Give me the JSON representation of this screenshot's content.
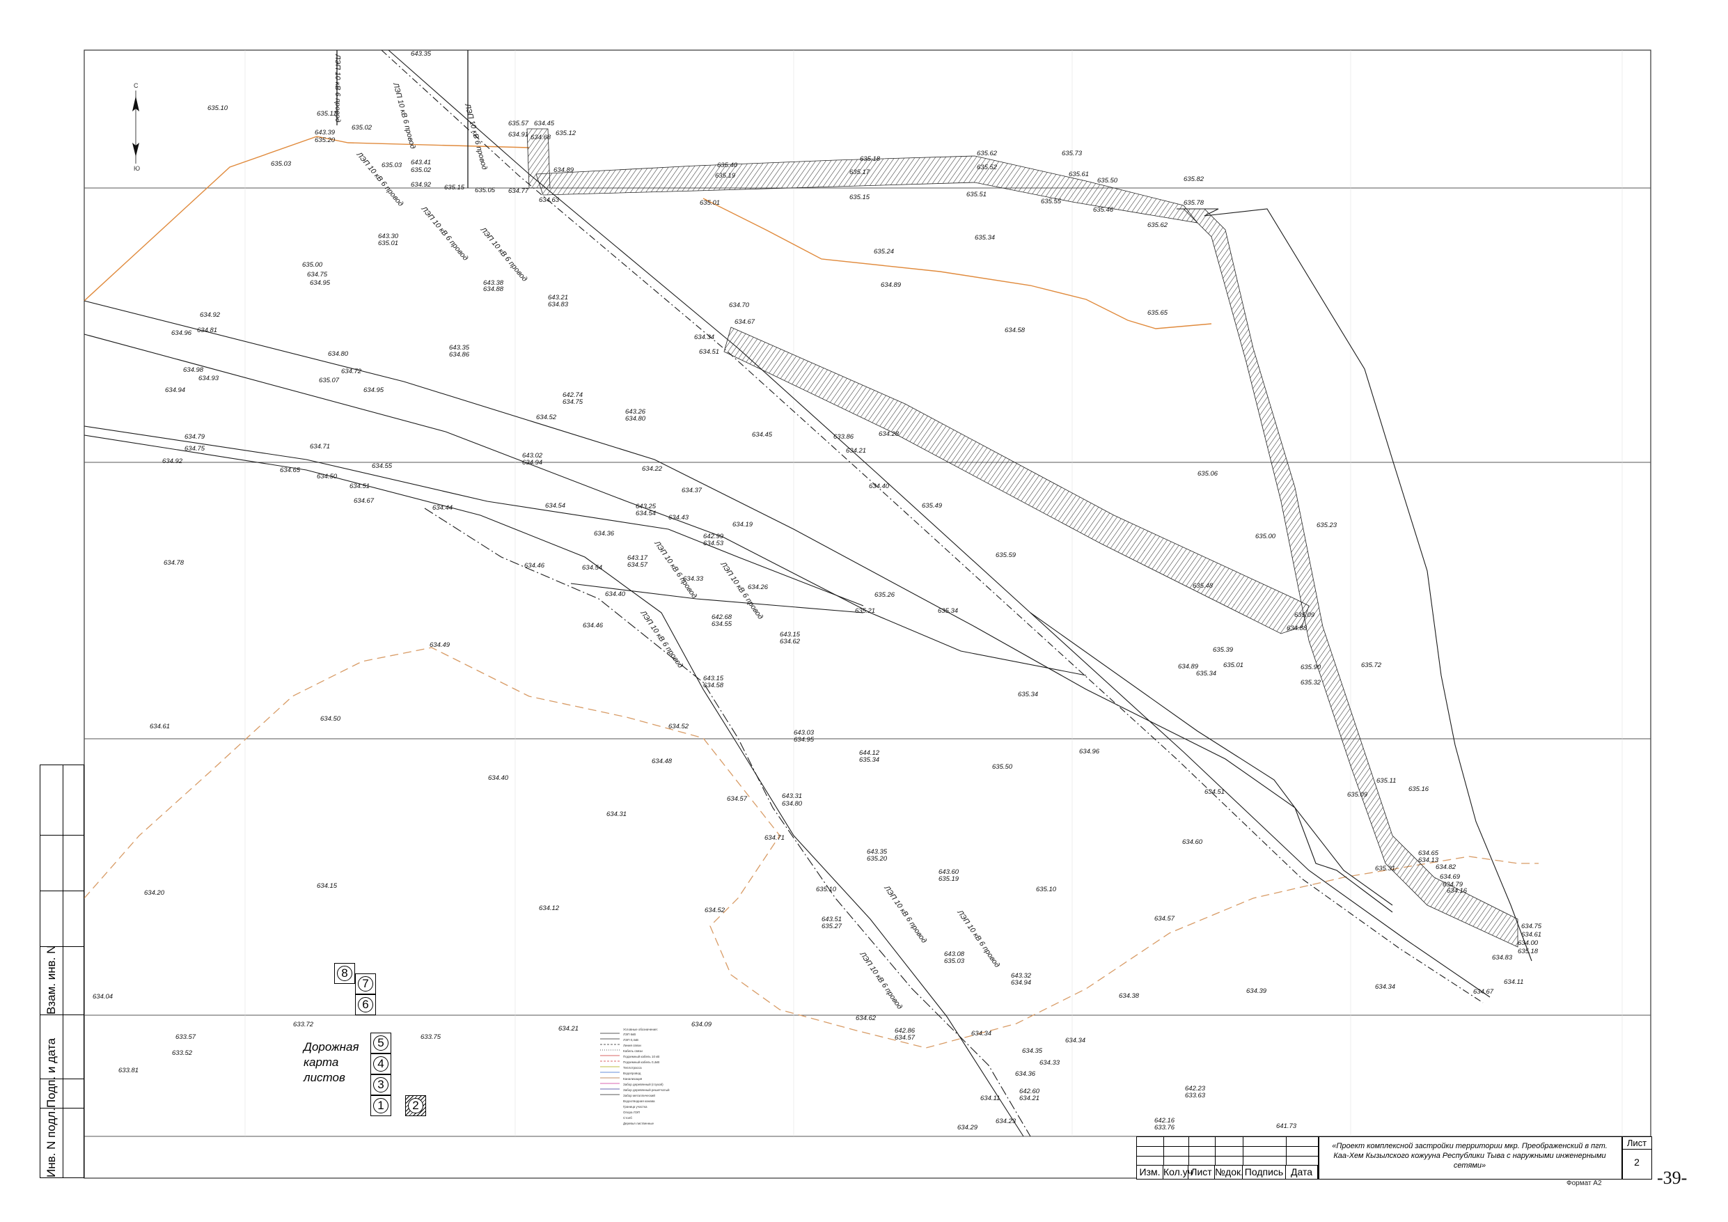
{
  "sheet": {
    "format_label": "Формат А2",
    "page_number": "-39-"
  },
  "title_block": {
    "project_title": "«Проект комплексной застройки территории мкр. Преображенский в пгт. Каа-Хем Кызылского кожууна Республики Тыва с наружными инженерными сетями»",
    "sheet_label": "Лист",
    "sheet_number": "2",
    "columns": [
      "Изм.",
      "Кол.уч",
      "Лист",
      "№док.",
      "Подпись",
      "Дата"
    ]
  },
  "side_stamp": {
    "labels": [
      "Инв. N подл.",
      "Подп. и дата",
      "Взам. инв. N"
    ]
  },
  "map_key": {
    "title_lines": [
      "Дорожная",
      "карта",
      "листов"
    ],
    "sheets": [
      "1",
      "2",
      "3",
      "4",
      "5",
      "6",
      "7",
      "8"
    ],
    "current_sheet": "2"
  },
  "compass": {
    "north_letter": "С",
    "south_letter": "Ю"
  },
  "power_lines": [
    "ЛЭП 10 кВ 6 провод",
    "ЛЭП 10 кВ 6 провод",
    "ЛЭП 10 кВ 6 провод",
    "ЛЭП 10 кВ 6 провод",
    "ЛЭП 10 кВ 6 провод",
    "ЛЭП 10 кВ 6 провод",
    "ЛЭП 10 кВ 6 провод",
    "ЛЭП 10 кВ 6 провод",
    "ЛЭП 10 кВ 6 провод",
    "ЛЭП 10 кВ 6 провод",
    "ЛЭП 10 кВ 6 провод",
    "ЛЭП 10 кВ 6 провод"
  ],
  "elevations": [
    "643.35",
    "635.10",
    "635.11",
    "635.02",
    "643.39",
    "635.20",
    "635.03",
    "634.45",
    "635.57",
    "634.91",
    "635.12",
    "634.68",
    "643.41",
    "635.02",
    "635.03",
    "634.92",
    "635.15",
    "635.05",
    "634.77",
    "634.63",
    "634.89",
    "635.40",
    "635.19",
    "635.18",
    "635.62",
    "635.73",
    "635.52",
    "635.82",
    "635.61",
    "635.50",
    "635.78",
    "635.01",
    "635.17",
    "635.15",
    "635.51",
    "635.55",
    "635.46",
    "635.62",
    "643.30",
    "635.01",
    "635.34",
    "635.24",
    "635.00",
    "634.75",
    "634.95",
    "643.38",
    "634.88",
    "643.21",
    "634.83",
    "634.89",
    "634.70",
    "634.92",
    "634.67",
    "635.65",
    "634.96",
    "634.81",
    "634.34",
    "634.51",
    "634.58",
    "643.35",
    "634.86",
    "634.80",
    "634.72",
    "635.07",
    "634.95",
    "634.98",
    "634.93",
    "634.94",
    "642.74",
    "634.75",
    "634.52",
    "643.26",
    "634.80",
    "634.45",
    "633.86",
    "634.28",
    "634.21",
    "634.79",
    "634.75",
    "634.71",
    "634.92",
    "634.65",
    "634.55",
    "634.50",
    "634.51",
    "634.67",
    "643.02",
    "634.94",
    "634.22",
    "634.37",
    "634.40",
    "634.44",
    "634.54",
    "643.25",
    "634.54",
    "634.43",
    "634.19",
    "635.49",
    "635.06",
    "634.36",
    "643.17",
    "634.57",
    "642.99",
    "634.53",
    "635.59",
    "634.78",
    "634.46",
    "634.54",
    "634.33",
    "634.26",
    "634.40",
    "635.26",
    "635.21",
    "635.34",
    "634.46",
    "642.68",
    "634.55",
    "643.15",
    "634.62",
    "635.39",
    "635.00",
    "635.23",
    "635.48",
    "635.09",
    "634.88",
    "634.49",
    "634.89",
    "635.34",
    "635.01",
    "635.90",
    "635.32",
    "635.72",
    "643.15",
    "634.58",
    "635.34",
    "634.61",
    "634.50",
    "634.52",
    "643.03",
    "634.95",
    "644.12",
    "635.34",
    "634.48",
    "635.50",
    "634.96",
    "634.40",
    "643.31",
    "634.80",
    "634.57",
    "634.31",
    "634.51",
    "635.11",
    "635.16",
    "634.71",
    "634.60",
    "635.09",
    "643.35",
    "635.20",
    "643.60",
    "635.19",
    "635.31",
    "634.20",
    "634.15",
    "635.10",
    "635.10",
    "634.12",
    "634.52",
    "643.51",
    "635.27",
    "634.57",
    "643.08",
    "635.03",
    "643.32",
    "634.94",
    "634.04",
    "634.38",
    "634.39",
    "634.34",
    "634.67",
    "633.72",
    "633.75",
    "634.21",
    "634.09",
    "634.62",
    "642.86",
    "634.57",
    "634.34",
    "633.57",
    "633.52",
    "633.81",
    "634.35",
    "634.33",
    "634.34",
    "634.36",
    "642.23",
    "633.63",
    "642.60",
    "634.21",
    "634.11",
    "634.29",
    "634.23",
    "642.16",
    "633.76",
    "641.73",
    "634.65",
    "634.13",
    "634.82",
    "634.69",
    "634.79",
    "634.16",
    "634.75",
    "634.61",
    "634.00",
    "635.18",
    "634.83",
    "634.11"
  ],
  "legend": {
    "title": "Условные обозначения:",
    "items": [
      "ЛЭП 6кВ",
      "ЛЭП 0,4кВ",
      "Линия связи",
      "Кабель связи",
      "Подземный кабель 10 кВ",
      "Подземный кабель 0,4кВ",
      "Теплотрасса",
      "Водопровод",
      "Канализация",
      "Забор деревянный (глухой)",
      "Забор деревянный решетчатый",
      "Забор металлический",
      "Водоотводная канава",
      "Граница участка",
      "Опора ЛЭП",
      "Столб",
      "Деревья лиственные"
    ]
  },
  "colors": {
    "ink": "#1a1a1a",
    "contour": "#e08a3c",
    "contour_dashed": "#d89b65",
    "grid": "#555555"
  }
}
